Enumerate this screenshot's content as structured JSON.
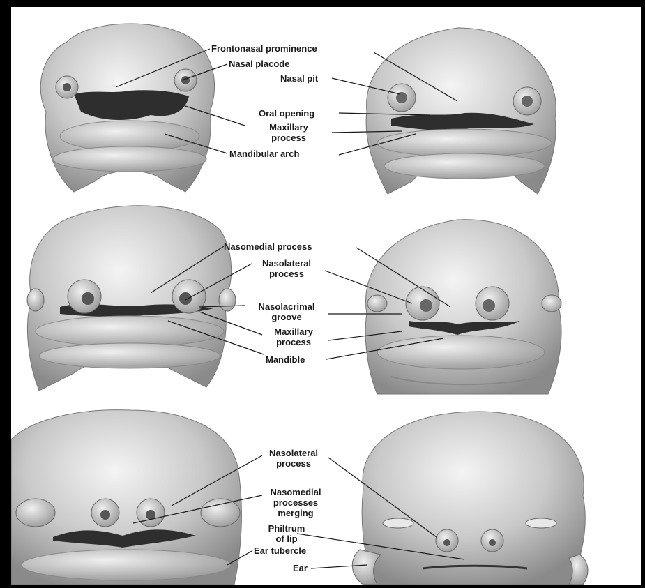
{
  "figure": {
    "row1": {
      "frontonasal_prominence": "Frontonasal prominence",
      "nasal_placode": "Nasal placode",
      "nasal_pit": "Nasal pit",
      "oral_opening": "Oral opening",
      "maxillary_process_1": "Maxillary",
      "maxillary_process_2": "process",
      "mandibular_arch": "Mandibular arch"
    },
    "row2": {
      "nasomedial_process": "Nasomedial process",
      "nasolateral_process_1": "Nasolateral",
      "nasolateral_process_2": "process",
      "nasolacrimal_groove_1": "Nasolacrimal",
      "nasolacrimal_groove_2": "groove",
      "maxillary_process_1": "Maxillary",
      "maxillary_process_2": "process",
      "mandible": "Mandible"
    },
    "row3": {
      "nasolateral_process_1": "Nasolateral",
      "nasolateral_process_2": "process",
      "nasomedial_merging_1": "Nasomedial",
      "nasomedial_merging_2": "processes",
      "nasomedial_merging_3": "merging",
      "philtrum_1": "Philtrum",
      "philtrum_2": "of lip",
      "ear_tubercle": "Ear tubercle",
      "ear": "Ear"
    }
  },
  "colors": {
    "frame": "#000000",
    "background": "#ffffff",
    "tissue": "#c8c8c8",
    "shadow": "#3a3a3a",
    "leader_line": "#1a1a1a"
  }
}
